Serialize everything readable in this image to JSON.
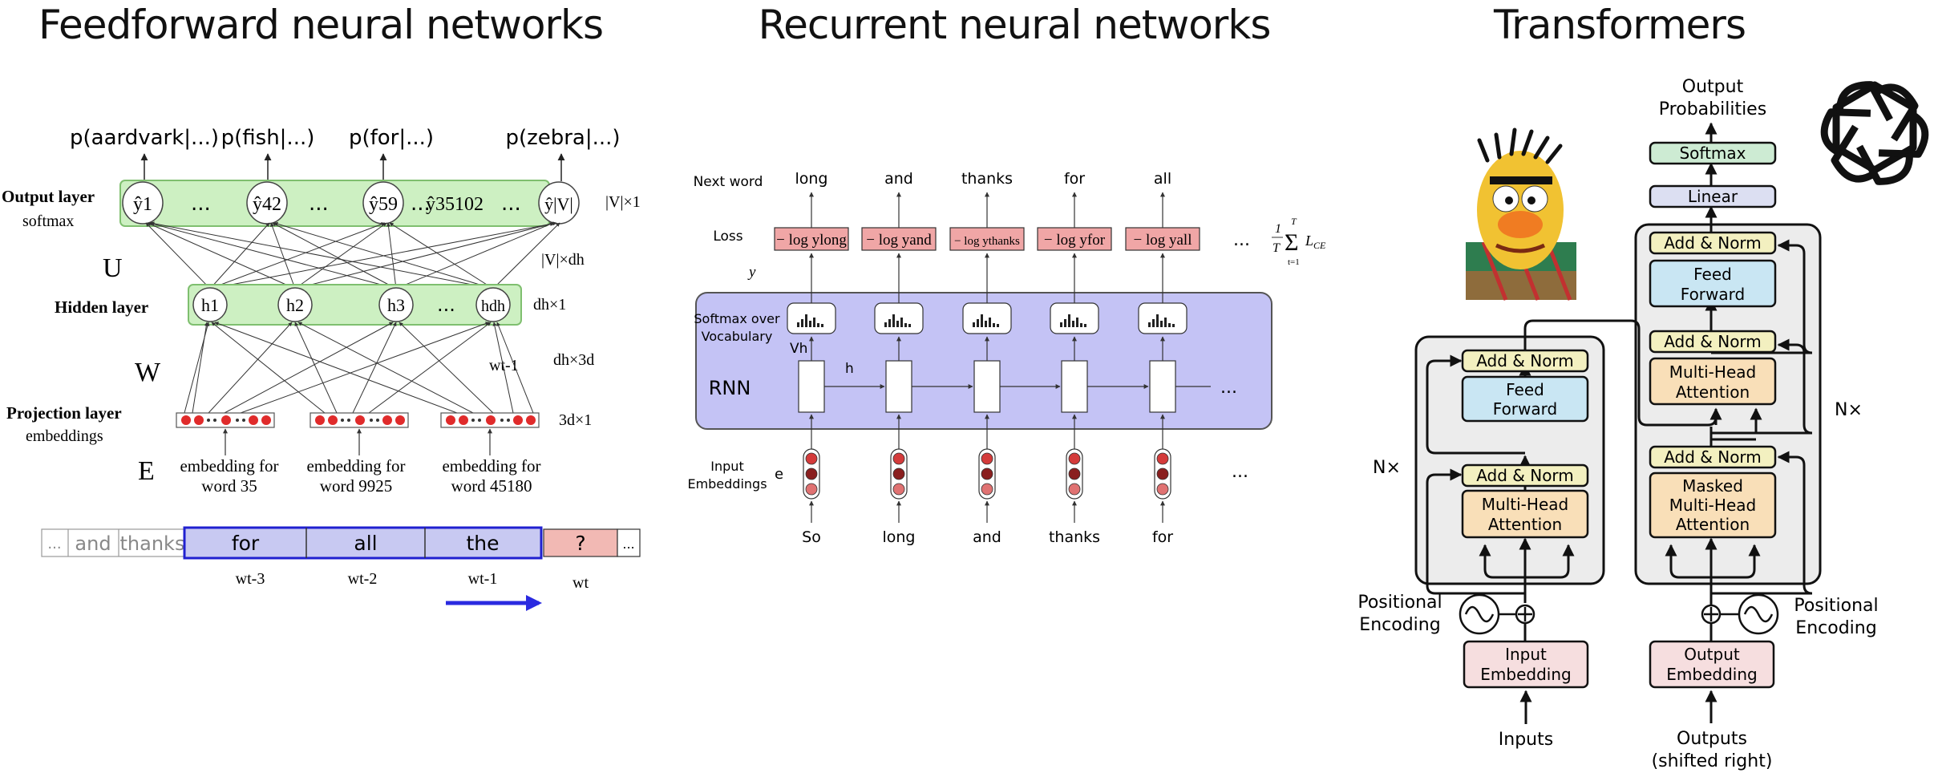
{
  "titles": {
    "ffn": "Feedforward neural networks",
    "rnn": "Recurrent neural networks",
    "transformer": "Transformers"
  },
  "ffn": {
    "outputs": [
      "p(aardvark|...)",
      "p(fish|...)",
      "p(for|...)",
      "p(zebra|...)"
    ],
    "output_nodes": [
      "ŷ1",
      "ŷ42",
      "ŷ59",
      "ŷ35102",
      "ŷ|V|"
    ],
    "hidden_nodes": [
      "h1",
      "h2",
      "h3",
      "hdh"
    ],
    "ellipsis": "...",
    "layer_labels": {
      "output": "Output layer",
      "output_sub": "softmax",
      "hidden": "Hidden layer",
      "projection": "Projection layer",
      "projection_sub": "embeddings"
    },
    "weight_labels": {
      "u": "U",
      "w": "W",
      "e": "E"
    },
    "dims": {
      "out": "|V|×1",
      "u": "|V|×dh",
      "hid": "dh×1",
      "w": "dh×3d",
      "proj": "3d×1"
    },
    "wt1_label": "wt-1",
    "emb_labels": [
      {
        "l1": "embedding for",
        "l2": "word 35"
      },
      {
        "l1": "embedding for",
        "l2": "word 9925"
      },
      {
        "l1": "embedding for",
        "l2": "word 45180"
      }
    ],
    "tokens_gray": [
      "...",
      "and",
      "thanks"
    ],
    "tokens_ctx": [
      "for",
      "all",
      "the"
    ],
    "token_target": "?",
    "tokens_after": "...",
    "pos_labels": [
      "wt-3",
      "wt-2",
      "wt-1",
      "wt"
    ]
  },
  "rnn": {
    "row_labels": {
      "next": "Next word",
      "loss": "Loss",
      "y": "y",
      "softmax1": "Softmax over",
      "softmax2": "Vocabulary",
      "vh": "Vh",
      "h": "h",
      "rnn": "RNN",
      "input1": "Input",
      "input2": "Embeddings",
      "e": "e"
    },
    "next_words": [
      "long",
      "and",
      "thanks",
      "for",
      "all"
    ],
    "loss_terms": [
      "− log y_long",
      "− log y_and",
      "− log y_thanks",
      "− log y_for",
      "− log y_all"
    ],
    "input_words": [
      "So",
      "long",
      "and",
      "thanks",
      "for"
    ],
    "ellipsis": "...",
    "avg_formula": "1/T Σ_{t=1}^{T} L_CE"
  },
  "transformer": {
    "output_probs1": "Output",
    "output_probs2": "Probabilities",
    "softmax": "Softmax",
    "linear": "Linear",
    "add_norm": "Add & Norm",
    "feed_forward1": "Feed",
    "feed_forward2": "Forward",
    "mha1": "Multi-Head",
    "mha2": "Attention",
    "masked": "Masked",
    "nx": "N×",
    "pos_enc1": "Positional",
    "pos_enc2": "Encoding",
    "input_emb1": "Input",
    "input_emb2": "Embedding",
    "output_emb1": "Output",
    "output_emb2": "Embedding",
    "inputs": "Inputs",
    "outputs1": "Outputs",
    "outputs2": "(shifted right)",
    "colors": {
      "addnorm": "#f3f0c0",
      "ff": "#c9e6f3",
      "mha": "#f9dfb8",
      "emb": "#f6dedf",
      "linear": "#dcdff2",
      "softmax": "#cdebd3",
      "block": "#ececec"
    }
  },
  "colors": {
    "ffn_green": "#cdf0c2",
    "ffn_green_stroke": "#7fbf6f",
    "ctx_fill": "#c8c9f2",
    "ctx_stroke": "#2020d0",
    "target_fill": "#f2b9b4",
    "rnn_panel": "#c4c3f5",
    "loss_fill": "#f0a6a6",
    "arrow_blue": "#2a2ae0"
  }
}
